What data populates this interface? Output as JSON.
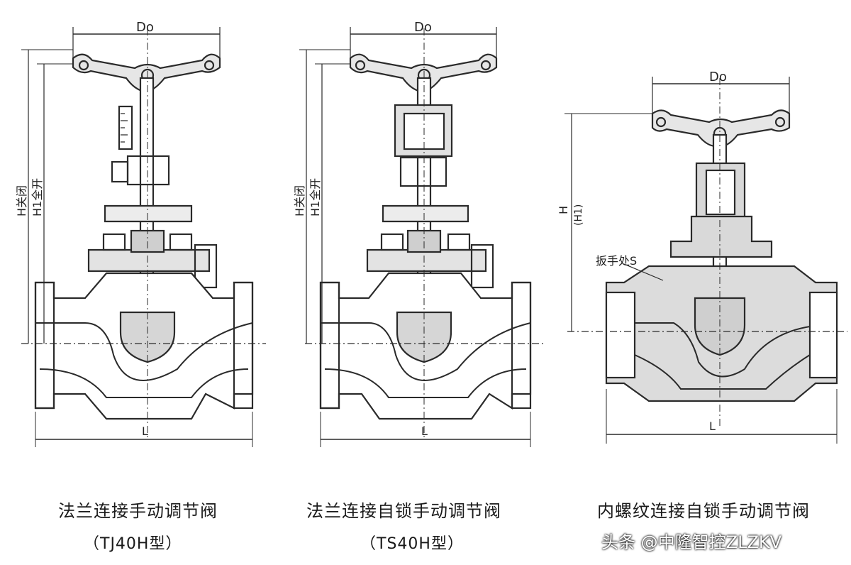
{
  "valves": [
    {
      "caption": "法兰连接手动调节阀",
      "model": "（TJ40H型）",
      "dim_handwheel": "Do",
      "dim_length": "L",
      "dim_h_closed": "H关闭",
      "dim_h1_open": "H1全开"
    },
    {
      "caption": "法兰连接自锁手动调节阀",
      "model": "（TS40H型）",
      "dim_handwheel": "Do",
      "dim_length": "L",
      "dim_h_closed": "H关闭",
      "dim_h1_open": "H1全开"
    },
    {
      "caption": "内螺纹连接自锁手动调节阀",
      "dim_handwheel": "Do",
      "dim_length": "L",
      "dim_h": "H",
      "dim_h1": "(H1)",
      "wrench_label": "扳手处S"
    }
  ],
  "watermark": "头条 @中隆智控ZLZKV",
  "colors": {
    "line": "#2a2a2a",
    "fill": "#d9d9d9",
    "background": "#ffffff"
  }
}
